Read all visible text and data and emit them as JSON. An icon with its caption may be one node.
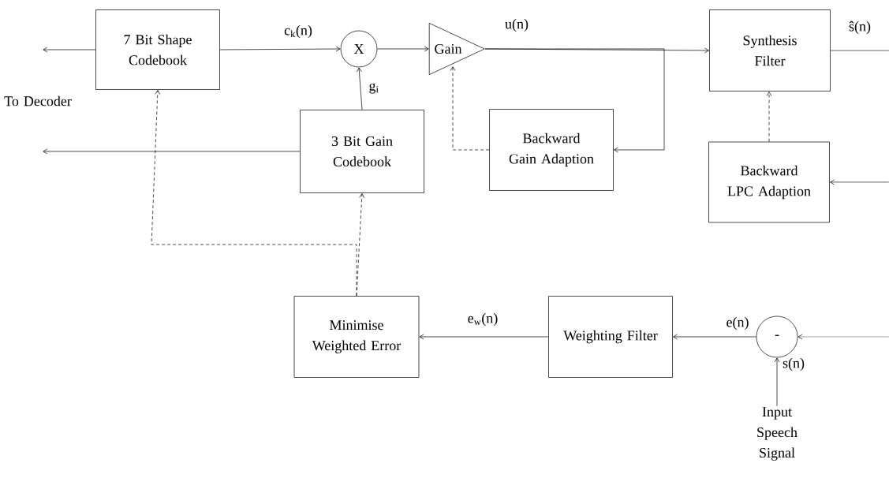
{
  "diagram": {
    "nodes": [
      {
        "text": [
          "7 Bit Shape Codebook"
        ]
      },
      {
        "text": [
          "X"
        ]
      },
      {
        "text": [
          "Gain"
        ]
      },
      {
        "text": [
          "Synthesis Filter"
        ]
      },
      {
        "text": [
          "3 Bit Gain Codebook"
        ]
      },
      {
        "text": [
          "Backward Gain Adaption"
        ]
      },
      {
        "text": [
          "Backward LPC Adaption"
        ]
      },
      {
        "text": [
          "Minimise Weighted Error"
        ]
      },
      {
        "text": [
          "Weighting Filter"
        ]
      },
      {
        "text": [
          "-"
        ]
      },
      {
        "text": [
          "Input Speech Signal"
        ]
      }
    ],
    "edges": [
      {
        "from": 0,
        "to": null,
        "arrow": "to"
      },
      {
        "from": 4,
        "to": null,
        "arrow": "to"
      },
      {
        "from": 0,
        "to": 1,
        "arrow": "to",
        "label": "c$_{k}$(n)"
      },
      {
        "from": 4,
        "to": 1,
        "arrow": "to",
        "label": "g$_{i}$"
      },
      {
        "from": 1,
        "to": 2,
        "arrow": "to"
      },
      {
        "from": 2,
        "to": 3,
        "arrow": "to",
        "label": "u(n)"
      },
      {
        "from": 2,
        "to": 5,
        "arrow": "to"
      },
      {
        "from": 5,
        "to": 2,
        "arrow": "to",
        "style": "dashed"
      },
      {
        "from": 6,
        "to": 3,
        "arrow": "to",
        "style": "dashed"
      },
      {
        "from": 3,
        "to": null,
        "arrow": "none",
        "label": "ŝ(n)"
      },
      {
        "from": null,
        "to": 6,
        "arrow": "to"
      },
      {
        "from": null,
        "to": 9,
        "arrow": "to"
      },
      {
        "from": 9,
        "to": 8,
        "arrow": "to",
        "label": "e(n)"
      },
      {
        "from": 8,
        "to": 7,
        "arrow": "to",
        "label": "e$_{w}$(n)"
      },
      {
        "from": 7,
        "to": 0,
        "arrow": "to",
        "style": "dashed"
      },
      {
        "from": 7,
        "to": 4,
        "arrow": "to",
        "style": "dashed"
      },
      {
        "from": 10,
        "to": 9,
        "arrow": "to",
        "label": "s(n)"
      }
    ],
    "labels": [
      "To Decoder"
    ]
  }
}
